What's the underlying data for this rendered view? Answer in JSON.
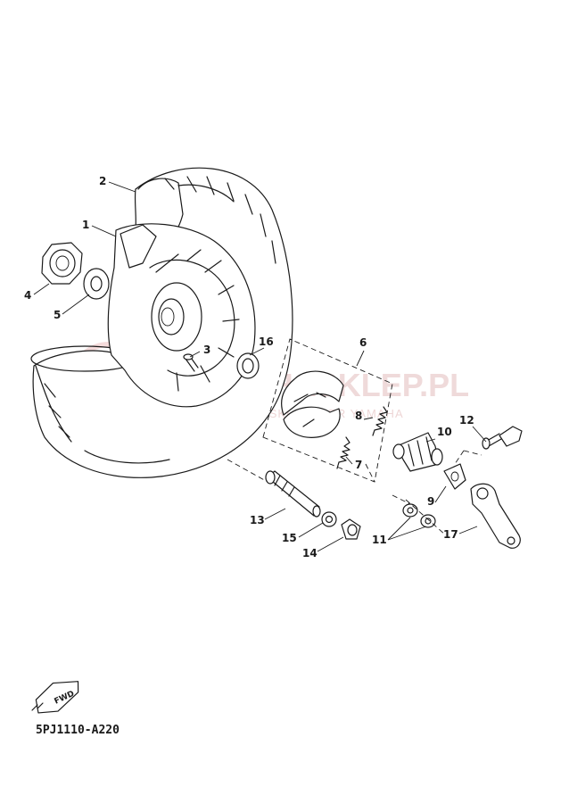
{
  "diagram": {
    "drawing_code": "5PJ1110-A220",
    "direction_badge": "FWD",
    "watermark": {
      "main": "YAMAHASKLEP.PL",
      "sub": "WOJCIECHOWSKI DEALER YAMAHA"
    },
    "parts": [
      {
        "number": "1",
        "component": "wheel"
      },
      {
        "number": "2",
        "component": "tire"
      },
      {
        "number": "3",
        "component": "valve"
      },
      {
        "number": "4",
        "component": "axle-nut"
      },
      {
        "number": "5",
        "component": "washer"
      },
      {
        "number": "6",
        "component": "brake-shoe-set"
      },
      {
        "number": "7",
        "component": "spring"
      },
      {
        "number": "8",
        "component": "spring"
      },
      {
        "number": "9",
        "component": "indicator-plate"
      },
      {
        "number": "10",
        "component": "camshaft"
      },
      {
        "number": "11",
        "component": "washer"
      },
      {
        "number": "12",
        "component": "bolt"
      },
      {
        "number": "13",
        "component": "axle"
      },
      {
        "number": "14",
        "component": "collar"
      },
      {
        "number": "15",
        "component": "washer"
      },
      {
        "number": "16",
        "component": "oil-seal"
      },
      {
        "number": "17",
        "component": "brake-lever"
      }
    ]
  }
}
